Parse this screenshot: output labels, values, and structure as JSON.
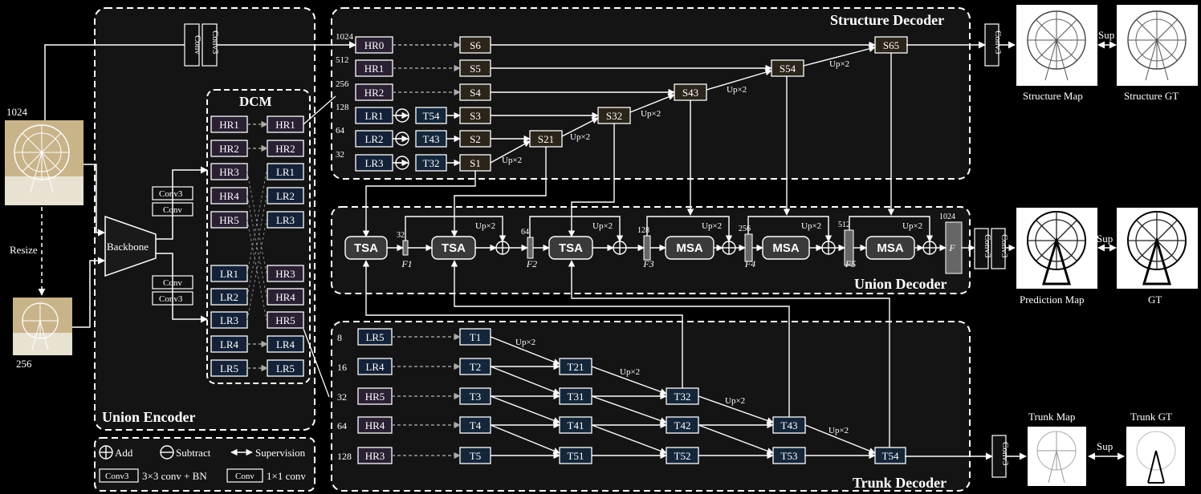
{
  "regions": {
    "union_encoder": "Union Encoder",
    "dcm": "DCM",
    "structure_decoder": "Structure Decoder",
    "union_decoder": "Union Decoder",
    "trunk_decoder": "Trunk Decoder"
  },
  "inputs": {
    "large_size": "1024",
    "small_size": "256",
    "resize_label": "Resize"
  },
  "encoder": {
    "backbone": "Backbone",
    "conv": "Conv",
    "conv3": "Conv3",
    "dcm_left": [
      "HR1",
      "HR2",
      "HR3",
      "HR4",
      "HR5",
      "LR1",
      "LR2",
      "LR3",
      "LR4",
      "LR5"
    ],
    "dcm_right": [
      "HR1",
      "HR2",
      "LR1",
      "LR2",
      "LR3",
      "HR3",
      "HR4",
      "HR5",
      "LR4",
      "LR5"
    ]
  },
  "structure": {
    "inputs": [
      "HR0",
      "HR1",
      "HR2",
      "LR1",
      "LR2",
      "LR3"
    ],
    "sizes": [
      "1024",
      "512",
      "256",
      "128",
      "64",
      "32"
    ],
    "t_inputs": [
      "T54",
      "T43",
      "T32"
    ],
    "s_nodes": [
      "S6",
      "S5",
      "S4",
      "S3",
      "S2",
      "S1"
    ],
    "s_merge": [
      "S21",
      "S32",
      "S43",
      "S54",
      "S65"
    ],
    "up_label": "Up×2"
  },
  "union": {
    "blocks": [
      "TSA",
      "TSA",
      "TSA",
      "MSA",
      "MSA",
      "MSA"
    ],
    "feature_sizes": [
      "32",
      "64",
      "128",
      "256",
      "512",
      "1024"
    ],
    "features": [
      "F1",
      "F2",
      "F3",
      "F4",
      "F5",
      "F"
    ],
    "up_label": "Up×2",
    "conv": "Conv3"
  },
  "trunk": {
    "sizes": [
      "8",
      "16",
      "32",
      "64",
      "128"
    ],
    "inputs": [
      "LR5",
      "LR4",
      "HR5",
      "HR4",
      "HR3"
    ],
    "t_nodes": [
      "T1",
      "T2",
      "T3",
      "T4",
      "T5"
    ],
    "merge2": [
      "T21",
      "T31",
      "T41",
      "T51"
    ],
    "merge3": [
      "T32",
      "T42",
      "T52"
    ],
    "merge4": [
      "T43",
      "T53"
    ],
    "final": "T54",
    "up_label": "Up×2",
    "conv": "Conv3"
  },
  "outputs": {
    "structure_map": "Structure Map",
    "structure_gt": "Structure GT",
    "prediction_map": "Prediction Map",
    "gt": "GT",
    "trunk_map": "Trunk Map",
    "trunk_gt": "Trunk GT",
    "sup": "Sup"
  },
  "legend": {
    "add": "Add",
    "subtract": "Subtract",
    "supervision": "Supervision",
    "conv3": "Conv3",
    "conv3_desc": "3×3 conv + BN",
    "conv": "Conv",
    "conv_desc": "1×1 conv"
  },
  "colors": {
    "background": "#000000",
    "region_fill": "#141414",
    "hr_fill": "#2a1f33",
    "lr_fill": "#132238",
    "s_fill": "#2b2418",
    "t_fill": "#13263a",
    "block_fill": "#3a3a3a"
  }
}
